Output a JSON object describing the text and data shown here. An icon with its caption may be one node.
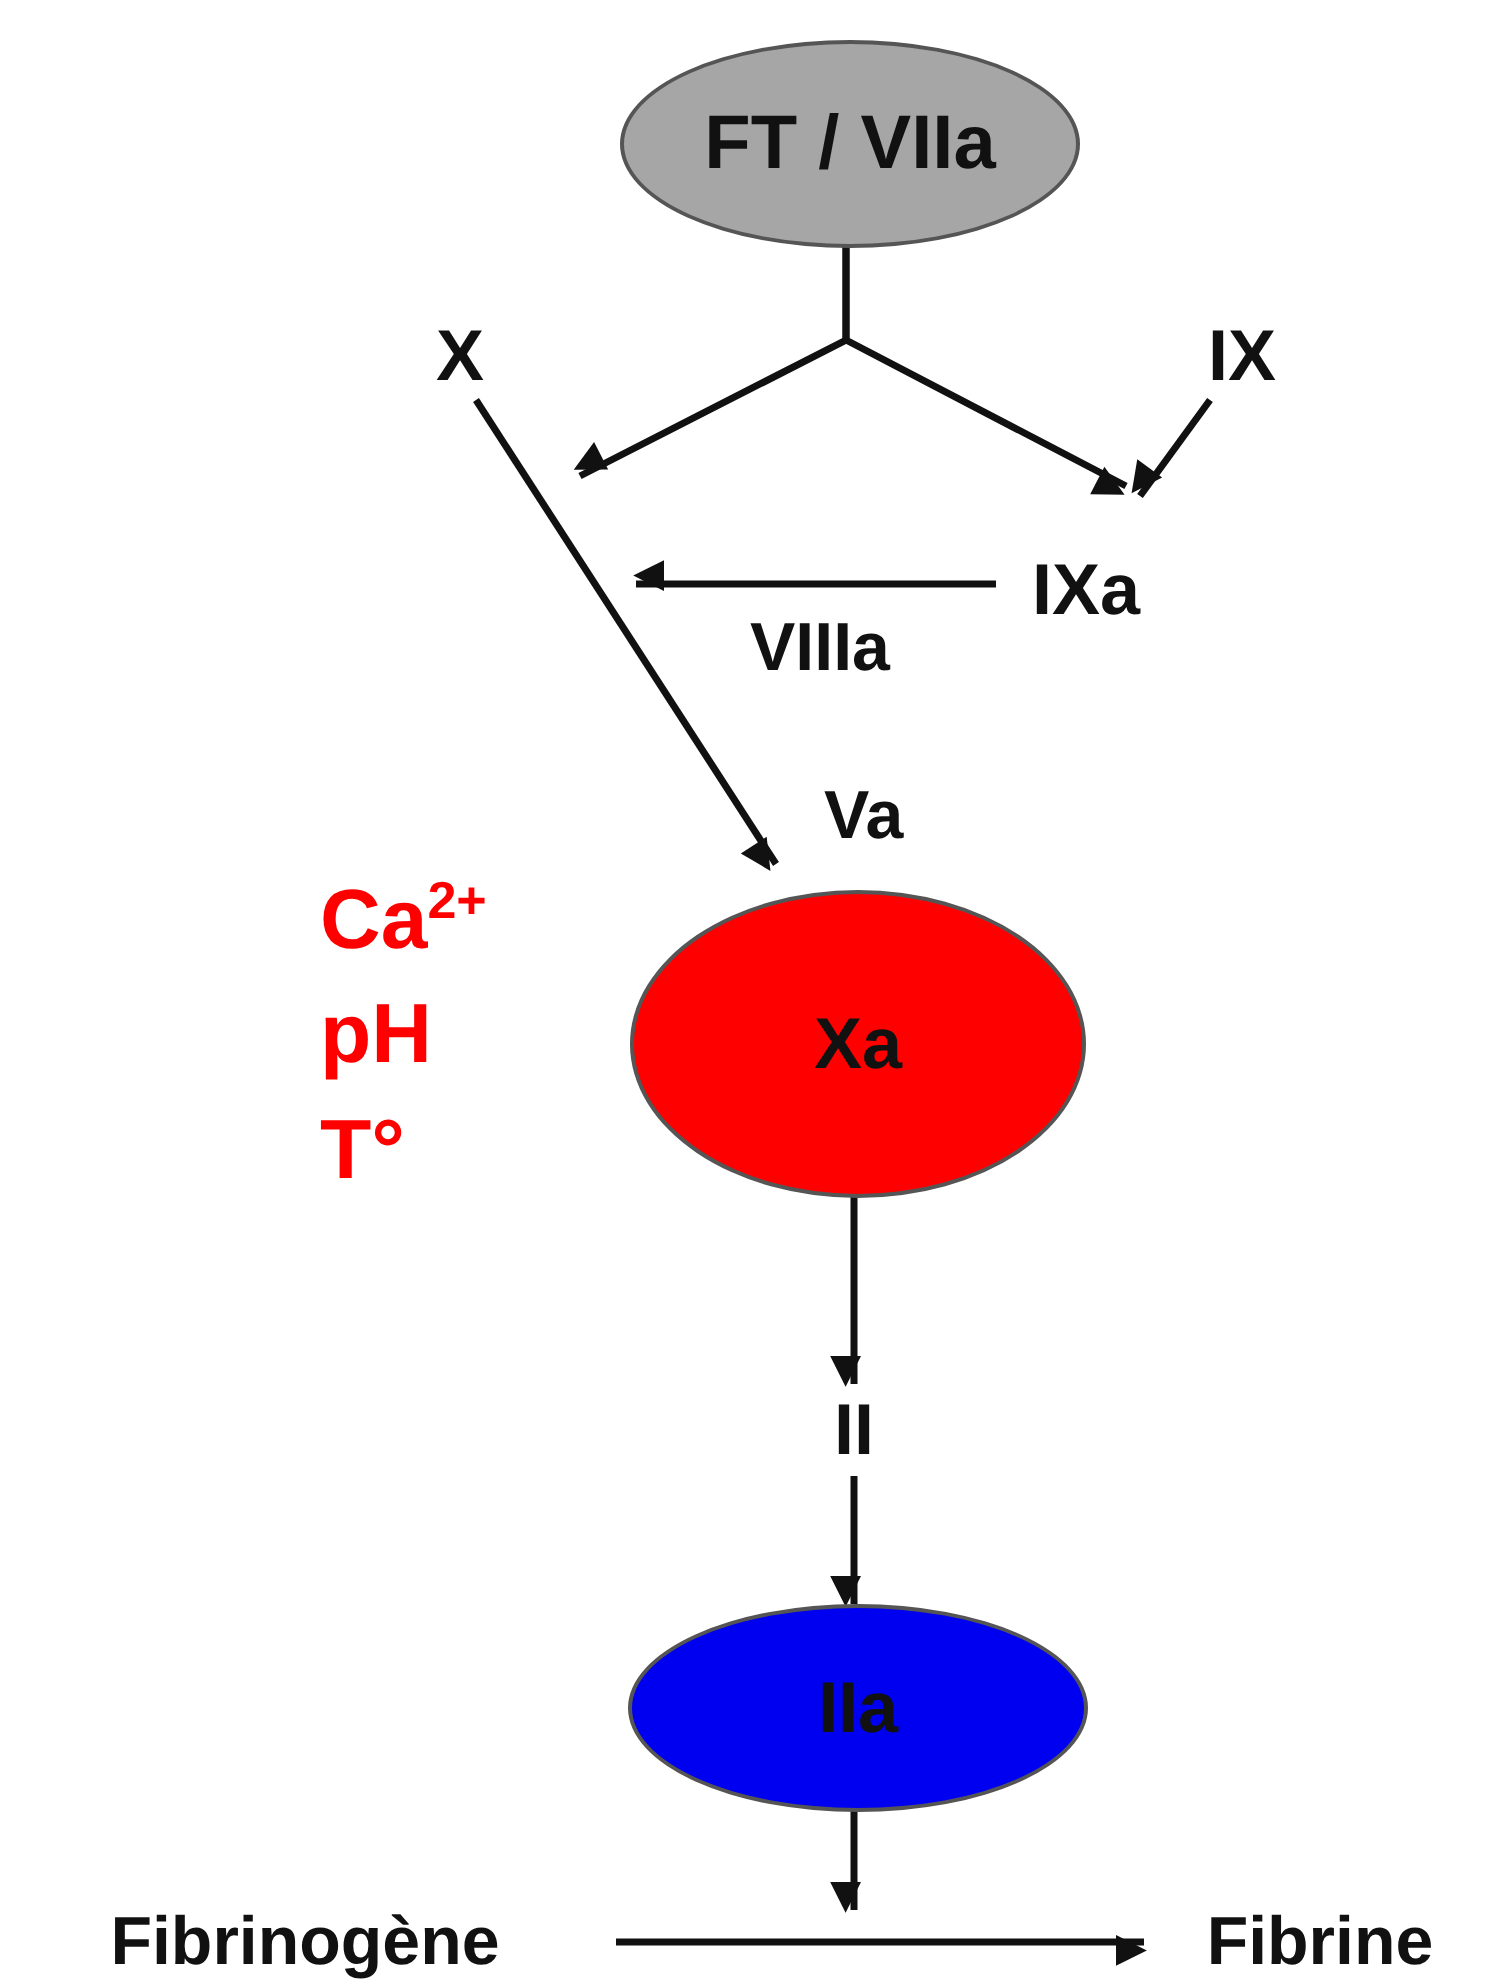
{
  "diagram": {
    "nodes": [
      {
        "text": [
          "FT / VIIa"
        ]
      },
      {
        "text": [
          "X"
        ]
      },
      {
        "text": [
          "IX"
        ]
      },
      {
        "text": [
          "IXa"
        ]
      },
      {
        "text": [
          "Xa"
        ],
        "beside": [
          "Va"
        ]
      },
      {
        "text": [
          "II"
        ]
      },
      {
        "text": [
          "IIa"
        ]
      },
      {
        "text": [
          "Fibrinogène"
        ]
      },
      {
        "text": [
          "Fibrine"
        ]
      }
    ],
    "edges": [
      {
        "from": 0,
        "to": null,
        "arrow": "to"
      },
      {
        "from": 0,
        "to": 3,
        "arrow": "to"
      },
      {
        "from": 2,
        "to": 3,
        "arrow": "to"
      },
      {
        "from": 3,
        "to": null,
        "arrow": "to",
        "label": "VIIIa"
      },
      {
        "from": 1,
        "to": 4,
        "arrow": "to"
      },
      {
        "from": 4,
        "to": 5,
        "arrow": "to"
      },
      {
        "from": 5,
        "to": 6,
        "arrow": "to"
      },
      {
        "from": 6,
        "to": null,
        "arrow": "to"
      },
      {
        "from": 7,
        "to": 8,
        "arrow": "to"
      }
    ],
    "labels": [
      "Ca$^{2+}$",
      "pH",
      "T°"
    ]
  }
}
